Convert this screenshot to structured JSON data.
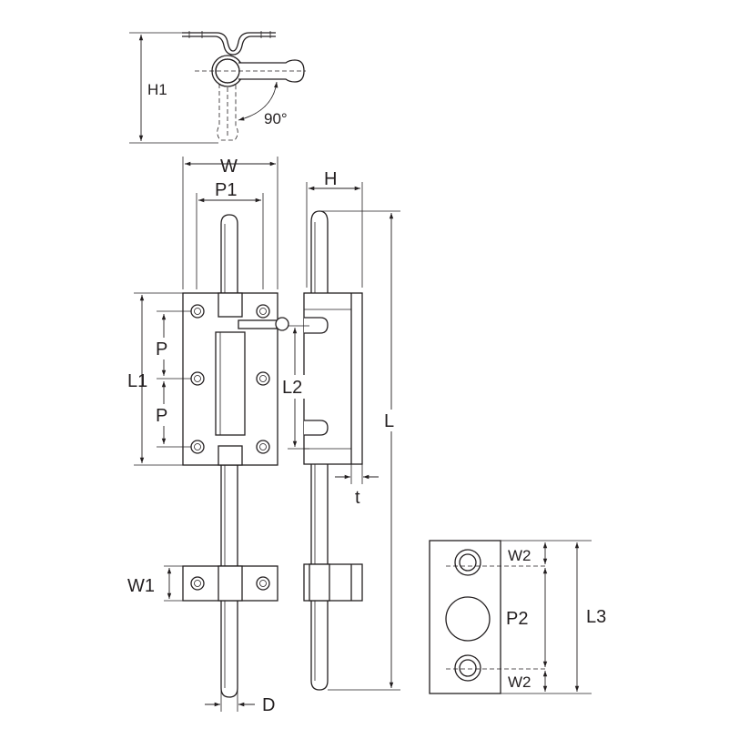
{
  "labels": {
    "h1": "H1",
    "angle": "90°",
    "w": "W",
    "p1": "P1",
    "p_upper": "P",
    "p_lower": "P",
    "l1": "L1",
    "l2": "L2",
    "h": "H",
    "l": "L",
    "t": "t",
    "w1": "W1",
    "d": "D",
    "w2_top": "W2",
    "p2": "P2",
    "l3": "L3",
    "w2_bottom": "W2"
  }
}
